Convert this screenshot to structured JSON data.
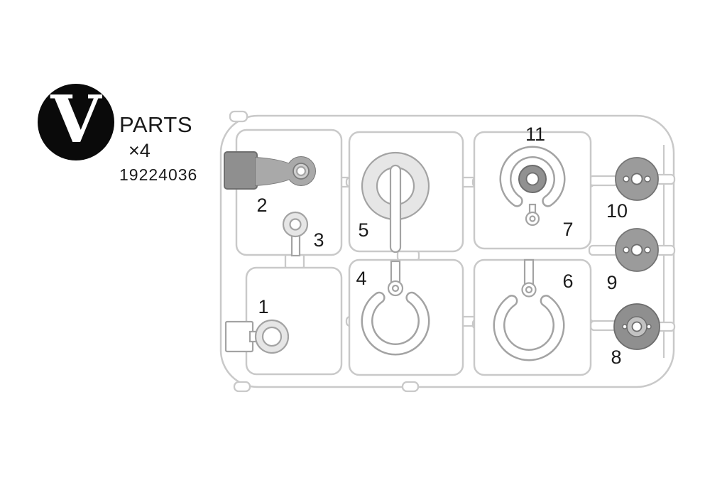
{
  "page": {
    "background": "#ffffff"
  },
  "logo": {
    "letter": "V",
    "label": "PARTS",
    "quantity": "×4",
    "part_number": "19224036",
    "badge_color": "#0a0a0a",
    "letter_color": "#ffffff"
  },
  "sprue": {
    "outline_color": "#c9c9c9",
    "part_outline_color": "#a3a3a3",
    "part_gray": "#9b9b9b",
    "label_color": "#1c1c1c",
    "part_labels": {
      "p1": "1",
      "p2": "2",
      "p3": "3",
      "p4": "4",
      "p5": "5",
      "p6": "6",
      "p7": "7",
      "p8": "8",
      "p9": "9",
      "p10": "10",
      "p11": "11"
    }
  }
}
